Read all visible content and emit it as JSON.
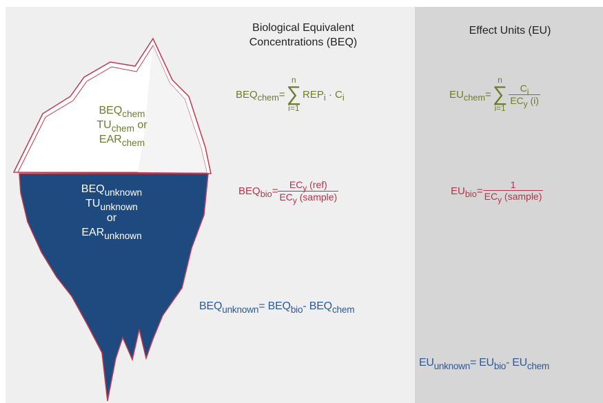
{
  "headers": {
    "beq": [
      "Biological Equivalent",
      "Concentrations (BEQ)"
    ],
    "eu": "Effect Units (EU)"
  },
  "iceberg": {
    "above": {
      "beq_chem": {
        "main": "BEQ",
        "sub": "chem"
      },
      "tu_chem": {
        "main": "TU",
        "sub": "chem",
        "suffix": " or"
      },
      "ear_chem": {
        "main": "EAR",
        "sub": "chem"
      }
    },
    "below": {
      "beq_unknown": {
        "main": "BEQ",
        "sub": "unknown"
      },
      "tu_unknown": {
        "main": "TU",
        "sub": "unknown"
      },
      "or": "or",
      "ear_unknown": {
        "main": "EAR",
        "sub": "unknown"
      }
    }
  },
  "equations": {
    "beq_chem": {
      "lhs": "BEQ",
      "lhs_sub": "chem",
      "eq": "=",
      "upper": "n",
      "lower": "i=1",
      "rep": "REP",
      "rep_sub": "i",
      "dot": " · C",
      "c_sub": "i"
    },
    "eu_chem": {
      "lhs": "EU",
      "lhs_sub": "chem",
      "eq": "=",
      "upper": "n",
      "lower": "i=1",
      "num": "C",
      "num_sub": "i",
      "den": "EC",
      "den_sub": "y",
      "den_suffix": " (i)"
    },
    "beq_bio": {
      "lhs": "BEQ",
      "lhs_sub": "bio",
      "eq": "=",
      "num": "EC",
      "num_sub": "y",
      "num_suffix": " (ref)",
      "den": "EC",
      "den_sub": "y",
      "den_suffix": " (sample)"
    },
    "eu_bio": {
      "lhs": "EU",
      "lhs_sub": "bio",
      "eq": "=",
      "num": "1",
      "den": "EC",
      "den_sub": "y",
      "den_suffix": " (sample)"
    },
    "beq_unknown": {
      "a": "BEQ",
      "a_sub": "unknown",
      "eq": "= ",
      "b": "BEQ",
      "b_sub": "bio",
      "minus": "- ",
      "c": "BEQ",
      "c_sub": "chem"
    },
    "eu_unknown": {
      "a": "EU",
      "a_sub": "unknown",
      "eq": "= ",
      "b": "EU",
      "b_sub": "bio",
      "minus": "- ",
      "c": "EU",
      "c_sub": "chem"
    }
  },
  "colors": {
    "panel_left": "#efefef",
    "panel_right": "#d6d6d6",
    "ice_top": "#ffffff",
    "ice_outline": "#c0394f",
    "ice_bottom": "#1f4a80",
    "green": "#6b7d2a",
    "red": "#b3344a",
    "blue": "#2a5a9a"
  }
}
